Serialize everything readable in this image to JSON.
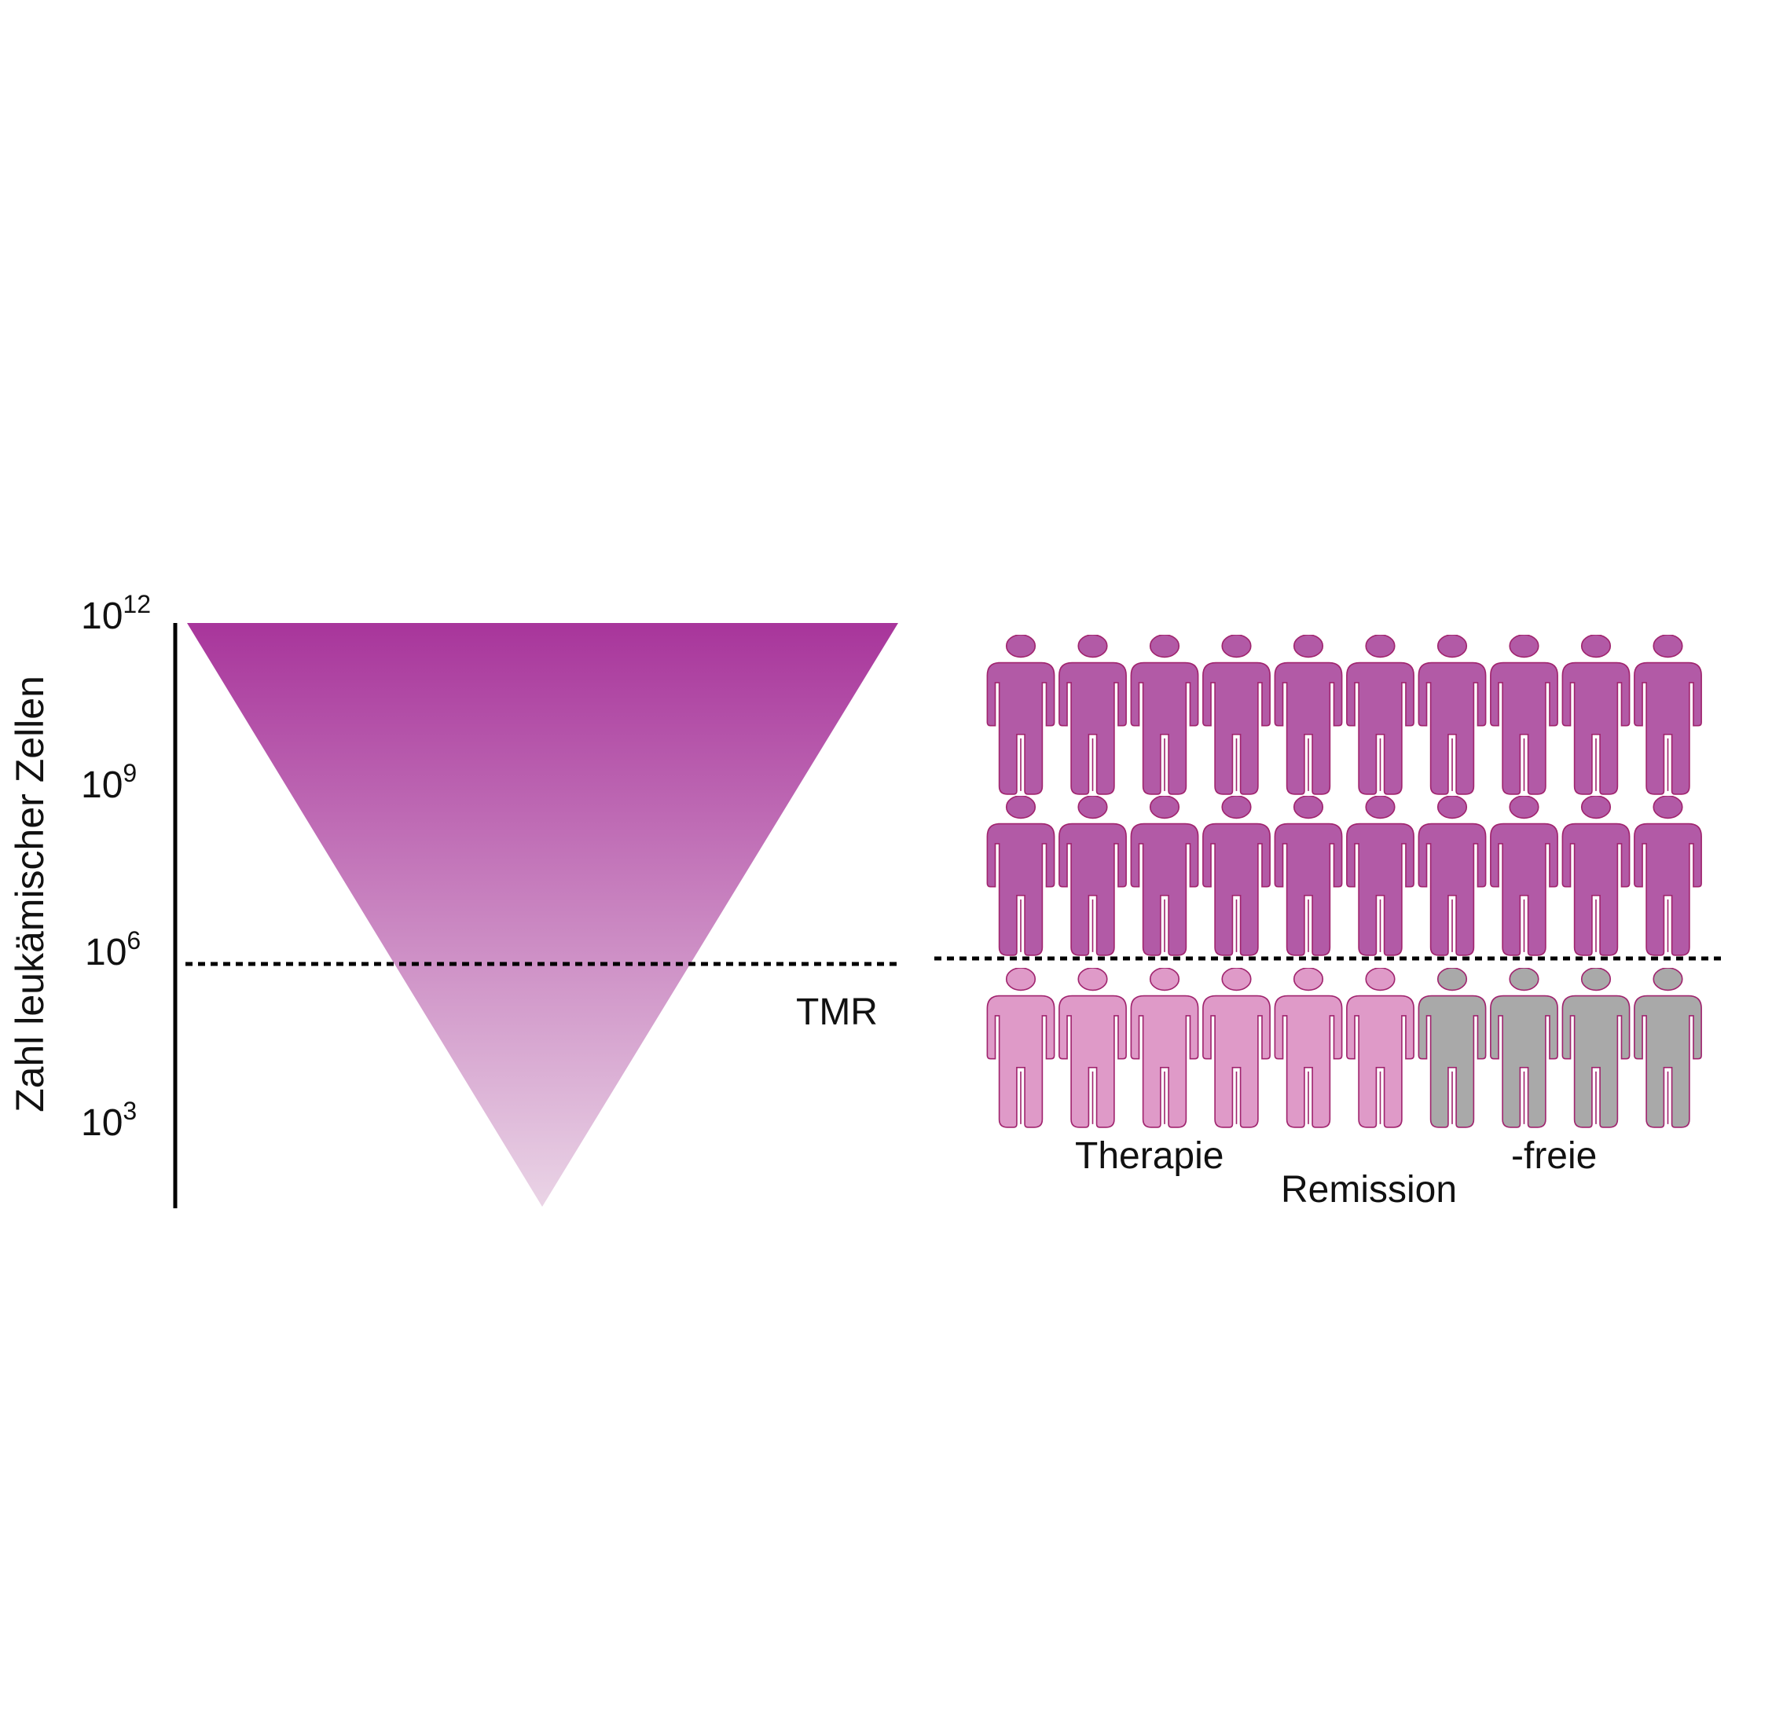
{
  "axis": {
    "title": "Zahl leukämischer Zellen",
    "ticks": [
      {
        "base": "10",
        "exp": "12"
      },
      {
        "base": "10",
        "exp": "9"
      },
      {
        "base": "10",
        "exp": "6"
      },
      {
        "base": "10",
        "exp": "3"
      }
    ]
  },
  "threshold": {
    "label": "TMR"
  },
  "patients": {
    "rows": [
      [
        "dark",
        "dark",
        "dark",
        "dark",
        "dark",
        "dark",
        "dark",
        "dark",
        "dark",
        "dark"
      ],
      [
        "dark",
        "dark",
        "dark",
        "dark",
        "dark",
        "dark",
        "dark",
        "dark",
        "dark",
        "dark"
      ],
      [
        "light",
        "light",
        "light",
        "light",
        "light",
        "light",
        "gray",
        "gray",
        "gray",
        "gray"
      ]
    ],
    "caption": {
      "word1": "Therapie",
      "word2": "Remission",
      "word3": "-freie"
    }
  },
  "colors": {
    "triangle_top": "#a8359b",
    "triangle_bottom": "#ead4e6",
    "dark_fill": "#b25aa6",
    "light_fill": "#df9ac8",
    "gray_fill": "#a9a9a9",
    "figure_stroke": "#a0246e"
  }
}
